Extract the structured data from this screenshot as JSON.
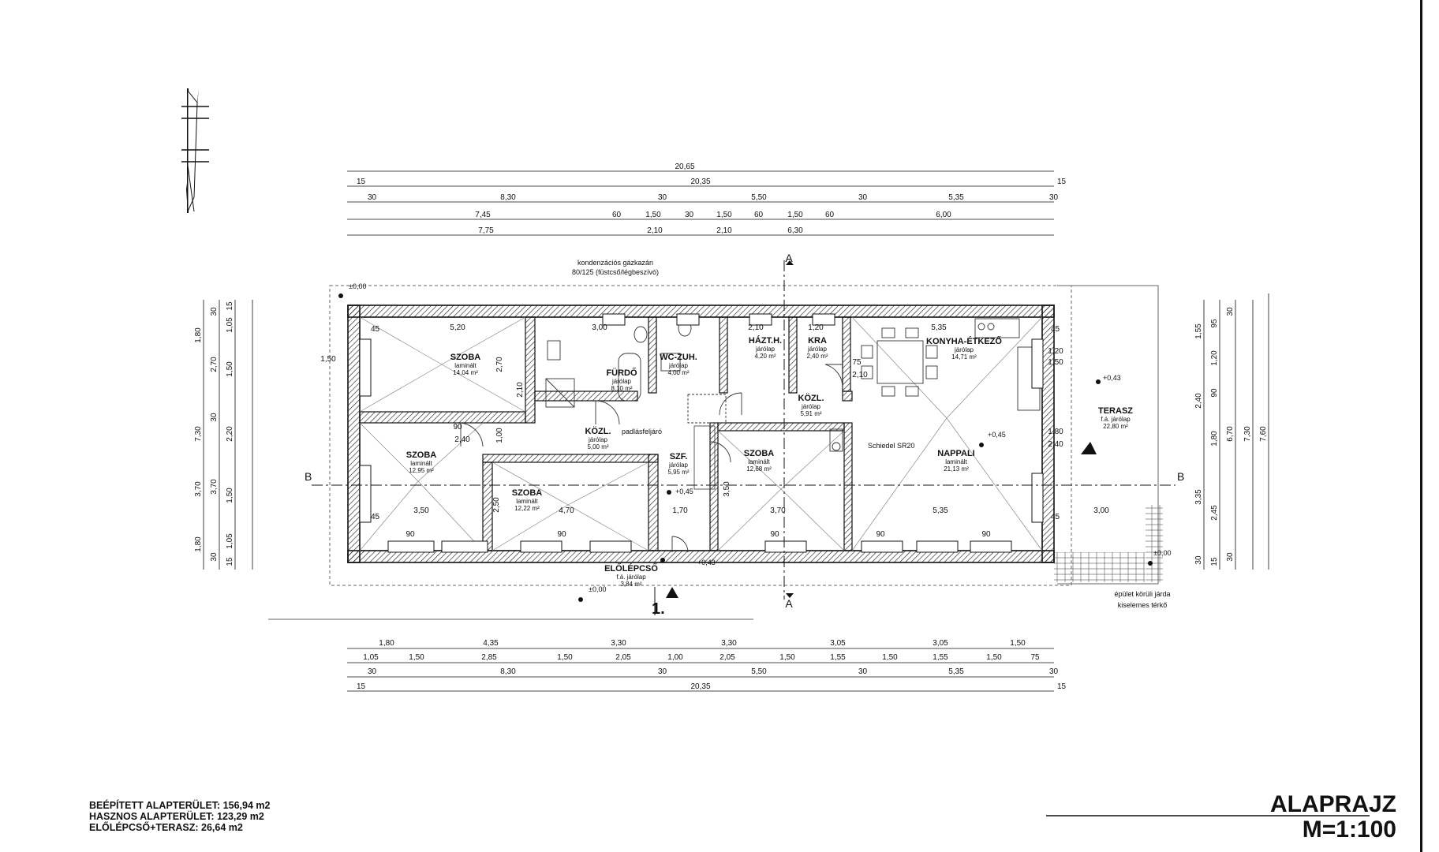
{
  "drawing": {
    "title": "ALAPRAJZ",
    "scale": "M=1:100"
  },
  "stats": [
    "BEÉPÍTETT ALAPTERÜLET: 156,94 m2",
    "HASZNOS ALAPTERÜLET: 123,29 m2",
    "ELŐLÉPCSŐ+TERASZ: 26,64 m2"
  ],
  "rooms": [
    {
      "name": "SZOBA",
      "finish": "laminált",
      "area": "14,04 m²"
    },
    {
      "name": "FÜRDŐ",
      "finish": "járólap",
      "area": "8,10 m²"
    },
    {
      "name": "WC-ZUH.",
      "finish": "járólap",
      "area": "4,00 m²"
    },
    {
      "name": "HÁZT.H.",
      "finish": "járólap",
      "area": "4,20 m²"
    },
    {
      "name": "KRA",
      "finish": "járólap",
      "area": "2,40 m²"
    },
    {
      "name": "KONYHA-ÉTKEZŐ",
      "finish": "járólap",
      "area": "14,71 m²"
    },
    {
      "name": "KÖZL.",
      "finish": "járólap",
      "area": "5,91 m²"
    },
    {
      "name": "KÖZL.",
      "finish": "járólap",
      "area": "5,00 m²"
    },
    {
      "name": "SZOBA",
      "finish": "laminált",
      "area": "12,95 m²"
    },
    {
      "name": "SZOBA",
      "finish": "laminált",
      "area": "12,22 m²"
    },
    {
      "name": "SZF.",
      "finish": "járólap",
      "area": "5,95 m²"
    },
    {
      "name": "SZOBA",
      "finish": "laminált",
      "area": "12,68 m²"
    },
    {
      "name": "NAPPALI",
      "finish": "laminált",
      "area": "21,13 m²"
    },
    {
      "name": "TERASZ",
      "finish": "f.á. járólap",
      "area": "22,80 m²"
    },
    {
      "name": "ELŐLÉPCSŐ",
      "finish": "f.á. járólap",
      "area": "3,84 m²"
    }
  ],
  "notes": {
    "boiler_1": "kondenzációs gázkazán",
    "boiler_2": "80/125 (füstcső/légbeszívó)",
    "attic": "padlásfeljáró",
    "chimney": "Schiedel SR20",
    "paving_1": "épület körüli járda",
    "paving_2": "kiselemes térkő",
    "entrance": "1.",
    "section_a": "A",
    "section_b": "B"
  },
  "levels": [
    "±0,00",
    "+0,43",
    "+0,45",
    "±0,00",
    "+0,43",
    "±0,00",
    "+0,45"
  ],
  "dims_top": {
    "row1": [
      "20,65"
    ],
    "row2": [
      "15",
      "20,35",
      "15"
    ],
    "row3": [
      "30",
      "8,30",
      "30",
      "5,50",
      "30",
      "5,35",
      "30"
    ],
    "row4": [
      "7,45",
      "60",
      "1,50",
      "30",
      "1,50",
      "60",
      "1,50",
      "60",
      "6,00"
    ],
    "row5": [
      "7,75",
      "2,10",
      "2,10",
      "6,30"
    ]
  },
  "dims_bottom": {
    "row1": [
      "1,80",
      "4,35",
      "3,30",
      "3,30",
      "3,05",
      "3,05",
      "1,50"
    ],
    "row2": [
      "1,05",
      "1,50",
      "2,85",
      "1,50",
      "2,05",
      "1,00",
      "2,05",
      "1,50",
      "1,55",
      "1,50",
      "1,55",
      "1,50",
      "75"
    ],
    "row3": [
      "30",
      "8,30",
      "30",
      "5,50",
      "30",
      "5,35",
      "30"
    ],
    "row4": [
      "15",
      "20,35",
      "15"
    ]
  },
  "dims_left": {
    "total": "7,30",
    "inner": [
      "30",
      "2,70",
      "30",
      "3,70",
      "30"
    ],
    "detail": [
      "15",
      "1,05",
      "1,50",
      "2,20",
      "1,50",
      "1,05",
      "15"
    ],
    "outer": [
      "1,80",
      "3,70",
      "1,80"
    ]
  },
  "dims_right": {
    "total": "7,60",
    "total2": "7,30",
    "inner": [
      "1,55",
      "2,40",
      "3,35",
      "30"
    ],
    "detail": [
      "95",
      "1,20",
      "90",
      "1,80",
      "2,45",
      "15"
    ],
    "mid": [
      "30",
      "6,70",
      "30"
    ]
  },
  "room_dims": [
    "5,20",
    "3,00",
    "2,10",
    "1,20",
    "5,35",
    "3,50",
    "4,70",
    "1,70",
    "3,70",
    "5,35",
    "3,00",
    "2,70",
    "2,10",
    "3,50",
    "2,50",
    "1,50",
    "1,20",
    "1,50",
    "1,80",
    "2,40",
    "2,40",
    "90",
    "90",
    "90",
    "90",
    "90",
    "90",
    "75",
    "2,10",
    "1,00",
    "45",
    "45",
    "45",
    "45"
  ]
}
